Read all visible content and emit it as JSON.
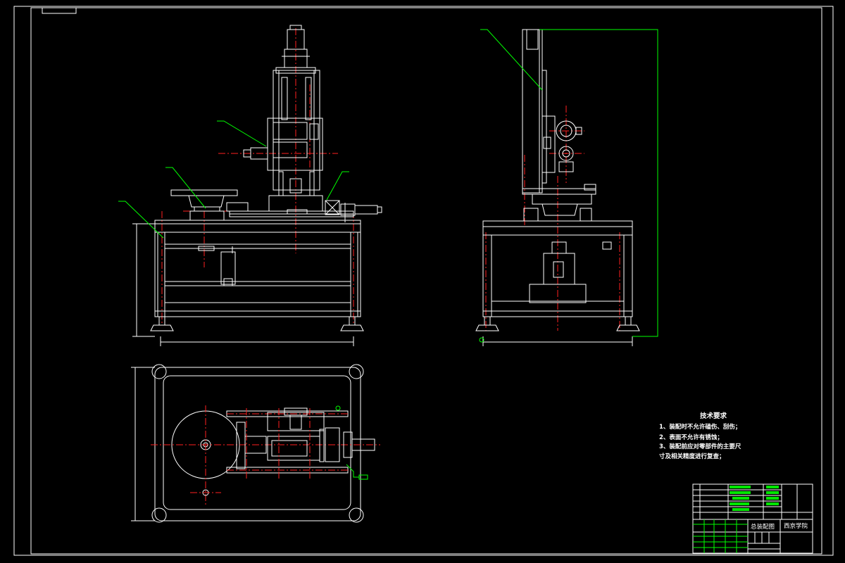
{
  "drawing": {
    "tech_req": {
      "title": "技术要求",
      "items": [
        "1、装配时不允许磕伤、刮伤；",
        "2、表面不允许有锈蚀；",
        "3、装配前应对零部件的主要尺",
        "寸及相关精度进行复查；"
      ]
    },
    "title_block": {
      "drawing_name": "总装配图",
      "school": "西京学院"
    }
  },
  "colors": {
    "background": "#000000",
    "outline": "#ffffff",
    "leader": "#00ff00",
    "centerline": "#ff2020"
  }
}
